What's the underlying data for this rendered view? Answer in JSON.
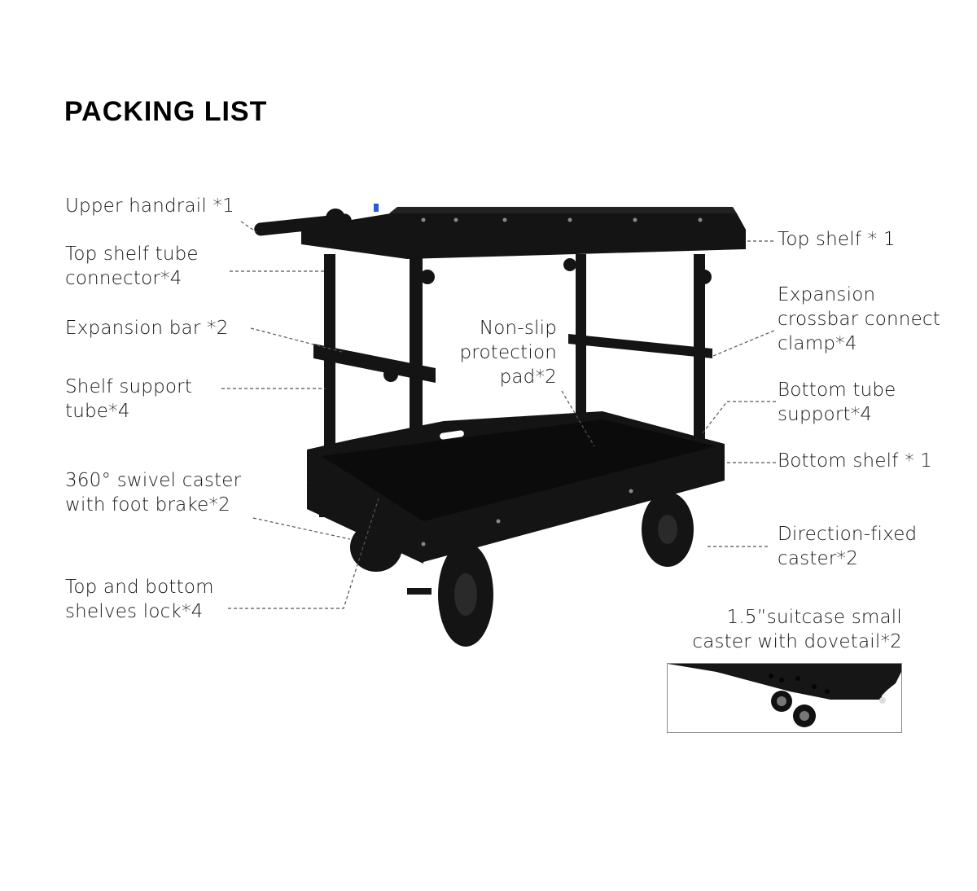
{
  "title": "PACKING LIST",
  "labels": {
    "upper_handrail": [
      "Upper handrail *1"
    ],
    "top_shelf_tube_connector": [
      "Top shelf tube",
      "connector*4"
    ],
    "expansion_bar": [
      "Expansion bar *2"
    ],
    "shelf_support_tube": [
      "Shelf support",
      "tube*4"
    ],
    "swivel_caster": [
      "360°  swivel caster",
      "with foot brake*2"
    ],
    "shelves_lock": [
      "Top and bottom",
      "shelves lock*4"
    ],
    "non_slip_pad": [
      "Non-slip",
      "protection",
      "pad*2"
    ],
    "top_shelf": [
      "Top shelf * 1"
    ],
    "crossbar_clamp": [
      "Expansion",
      "crossbar connect",
      "clamp*4"
    ],
    "bottom_tube_support": [
      "Bottom tube",
      "support*4"
    ],
    "bottom_shelf": [
      "Bottom shelf * 1"
    ],
    "direction_fixed_caster": [
      "Direction-fixed",
      "caster*2"
    ],
    "suitcase_caster": [
      "1.5”suitcase small",
      "caster with dovetail*2"
    ]
  },
  "images": {
    "main": "camera-cart-product-photo",
    "inset": "suitcase-caster-detail-photo"
  },
  "colors": {
    "text": "#161616",
    "leader_line": "#555555",
    "product": "#141414"
  }
}
